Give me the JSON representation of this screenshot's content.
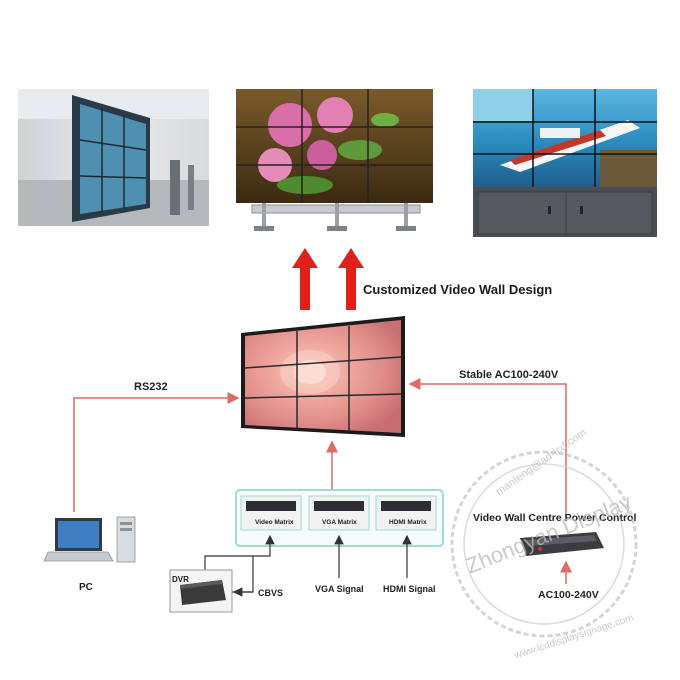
{
  "title": "Customized Video Wall Design",
  "connections": {
    "rs232": "RS232",
    "stable_power": "Stable AC100-240V"
  },
  "matrix": {
    "video": "Video Matrix",
    "vga": "VGA Matrix",
    "hdmi": "HDMI Matrix"
  },
  "signals": {
    "cbvs": "CBVS",
    "vga": "VGA Signal",
    "hdmi": "HDMI Signal"
  },
  "devices": {
    "pc": "PC",
    "dvr": "DVR",
    "power_control": "Video Wall Centre Power Control",
    "power_input": "AC100-240V"
  },
  "watermark": {
    "email": "manteng@ad-lcd.com",
    "brand": "Zhongyan Display",
    "website": "www.lcddisplaysignage.com"
  },
  "colors": {
    "arrow_red": "#e0201b",
    "line_red": "#e06a64",
    "line_dark": "#333333",
    "panel_border": "#7fd3c8"
  }
}
